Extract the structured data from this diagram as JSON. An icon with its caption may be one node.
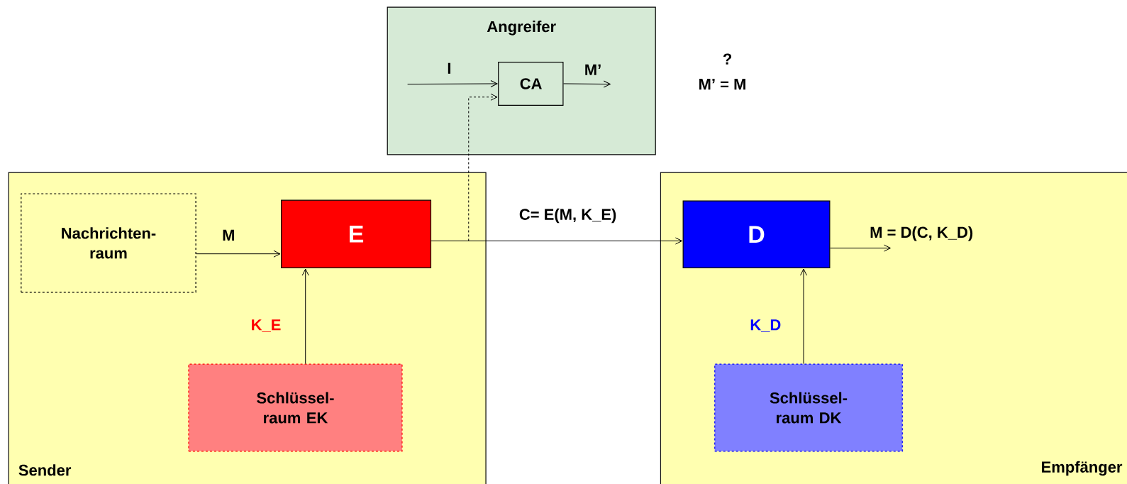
{
  "diagram": {
    "nodes": [
      {
        "text": [
          "Angreifer"
        ]
      },
      {
        "text": [
          "CA"
        ],
        "in": 0
      },
      {
        "text": [
          "Sender"
        ]
      },
      {
        "text": [
          "Nachrichten- raum"
        ],
        "in": 2
      },
      {
        "text": [
          "E"
        ],
        "in": 2
      },
      {
        "text": [
          "Schlüssel- raum EK"
        ],
        "in": 2
      },
      {
        "text": [
          "Empfänger"
        ]
      },
      {
        "text": [
          "D"
        ],
        "in": 6
      },
      {
        "text": [
          "Schlüssel- raum DK"
        ],
        "in": 6
      }
    ],
    "edges": [
      {
        "from": null,
        "to": 1,
        "arrow": "to",
        "label": "I"
      },
      {
        "from": 1,
        "to": null,
        "arrow": "to",
        "label": "M’"
      },
      {
        "from": 3,
        "to": 4,
        "arrow": "to",
        "label": "M"
      },
      {
        "from": 5,
        "to": 4,
        "arrow": "to",
        "label": "K_E"
      },
      {
        "from": 4,
        "to": 7,
        "arrow": "to",
        "label": "C= E(M, K_E)"
      },
      {
        "from": 4,
        "to": 1,
        "arrow": "to",
        "style": "dashed"
      },
      {
        "from": 7,
        "to": null,
        "arrow": "to",
        "label": "M = D(C, K_D)"
      },
      {
        "from": 8,
        "to": 7,
        "arrow": "to",
        "label": "K_D"
      }
    ],
    "labels": [
      "?",
      "M’ = M"
    ]
  }
}
